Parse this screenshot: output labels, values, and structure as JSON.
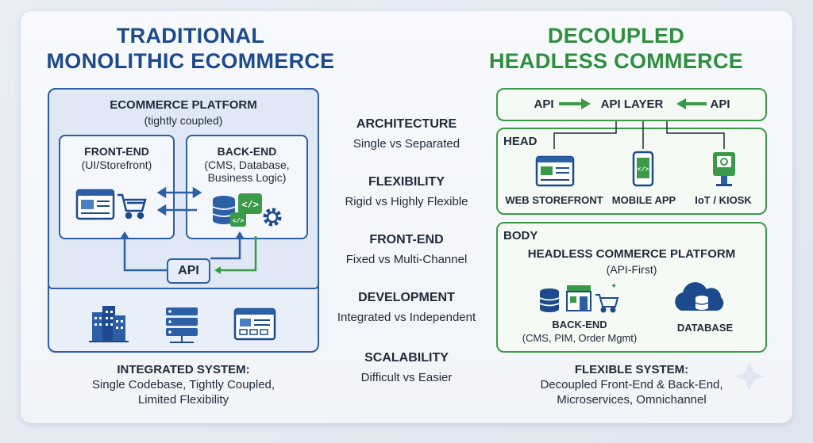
{
  "left": {
    "title_line1": "TRADITIONAL",
    "title_line2": "MONOLITHIC ECOMMERCE",
    "platform_title": "ECOMMERCE PLATFORM",
    "platform_sub": "(tightly coupled)",
    "frontend_title": "FRONT-END",
    "frontend_sub": "(UI/Storefront)",
    "backend_title": "BACK-END",
    "backend_sub1": "(CMS, Database,",
    "backend_sub2": "Business Logic)",
    "api_label": "API",
    "summary_title": "INTEGRATED SYSTEM:",
    "summary_line1": "Single Codebase, Tightly Coupled,",
    "summary_line2": "Limited Flexibility"
  },
  "middle": {
    "items": [
      {
        "heading": "ARCHITECTURE",
        "value": "Single vs Separated"
      },
      {
        "heading": "FLEXIBILITY",
        "value": "Rigid vs Highly Flexible"
      },
      {
        "heading": "FRONT-END",
        "value": "Fixed vs Multi-Channel"
      },
      {
        "heading": "DEVELOPMENT",
        "value": "Integrated vs Independent"
      },
      {
        "heading": "SCALABILITY",
        "value": "Difficult vs Easier"
      }
    ]
  },
  "right": {
    "title_line1": "DECOUPLED",
    "title_line2": "HEADLESS COMMERCE",
    "api_left": "API",
    "api_layer": "API LAYER",
    "api_right": "API",
    "head_label": "HEAD",
    "head_items": [
      "WEB STOREFRONT",
      "MOBILE APP",
      "IoT / KIOSK"
    ],
    "body_label": "BODY",
    "platform_title": "HEADLESS COMMERCE PLATFORM",
    "platform_sub": "(API-First)",
    "backend_title": "BACK-END",
    "backend_sub": "(CMS, PIM, Order Mgmt)",
    "database_label": "DATABASE",
    "summary_title": "FLEXIBLE SYSTEM:",
    "summary_line1": "Decoupled Front-End & Back-End,",
    "summary_line2": "Microservices, Omnichannel"
  },
  "colors": {
    "blue": "#2c5fa6",
    "green": "#3a9a48",
    "title_blue": "#1d4a8c",
    "title_green": "#2f8f3e"
  }
}
